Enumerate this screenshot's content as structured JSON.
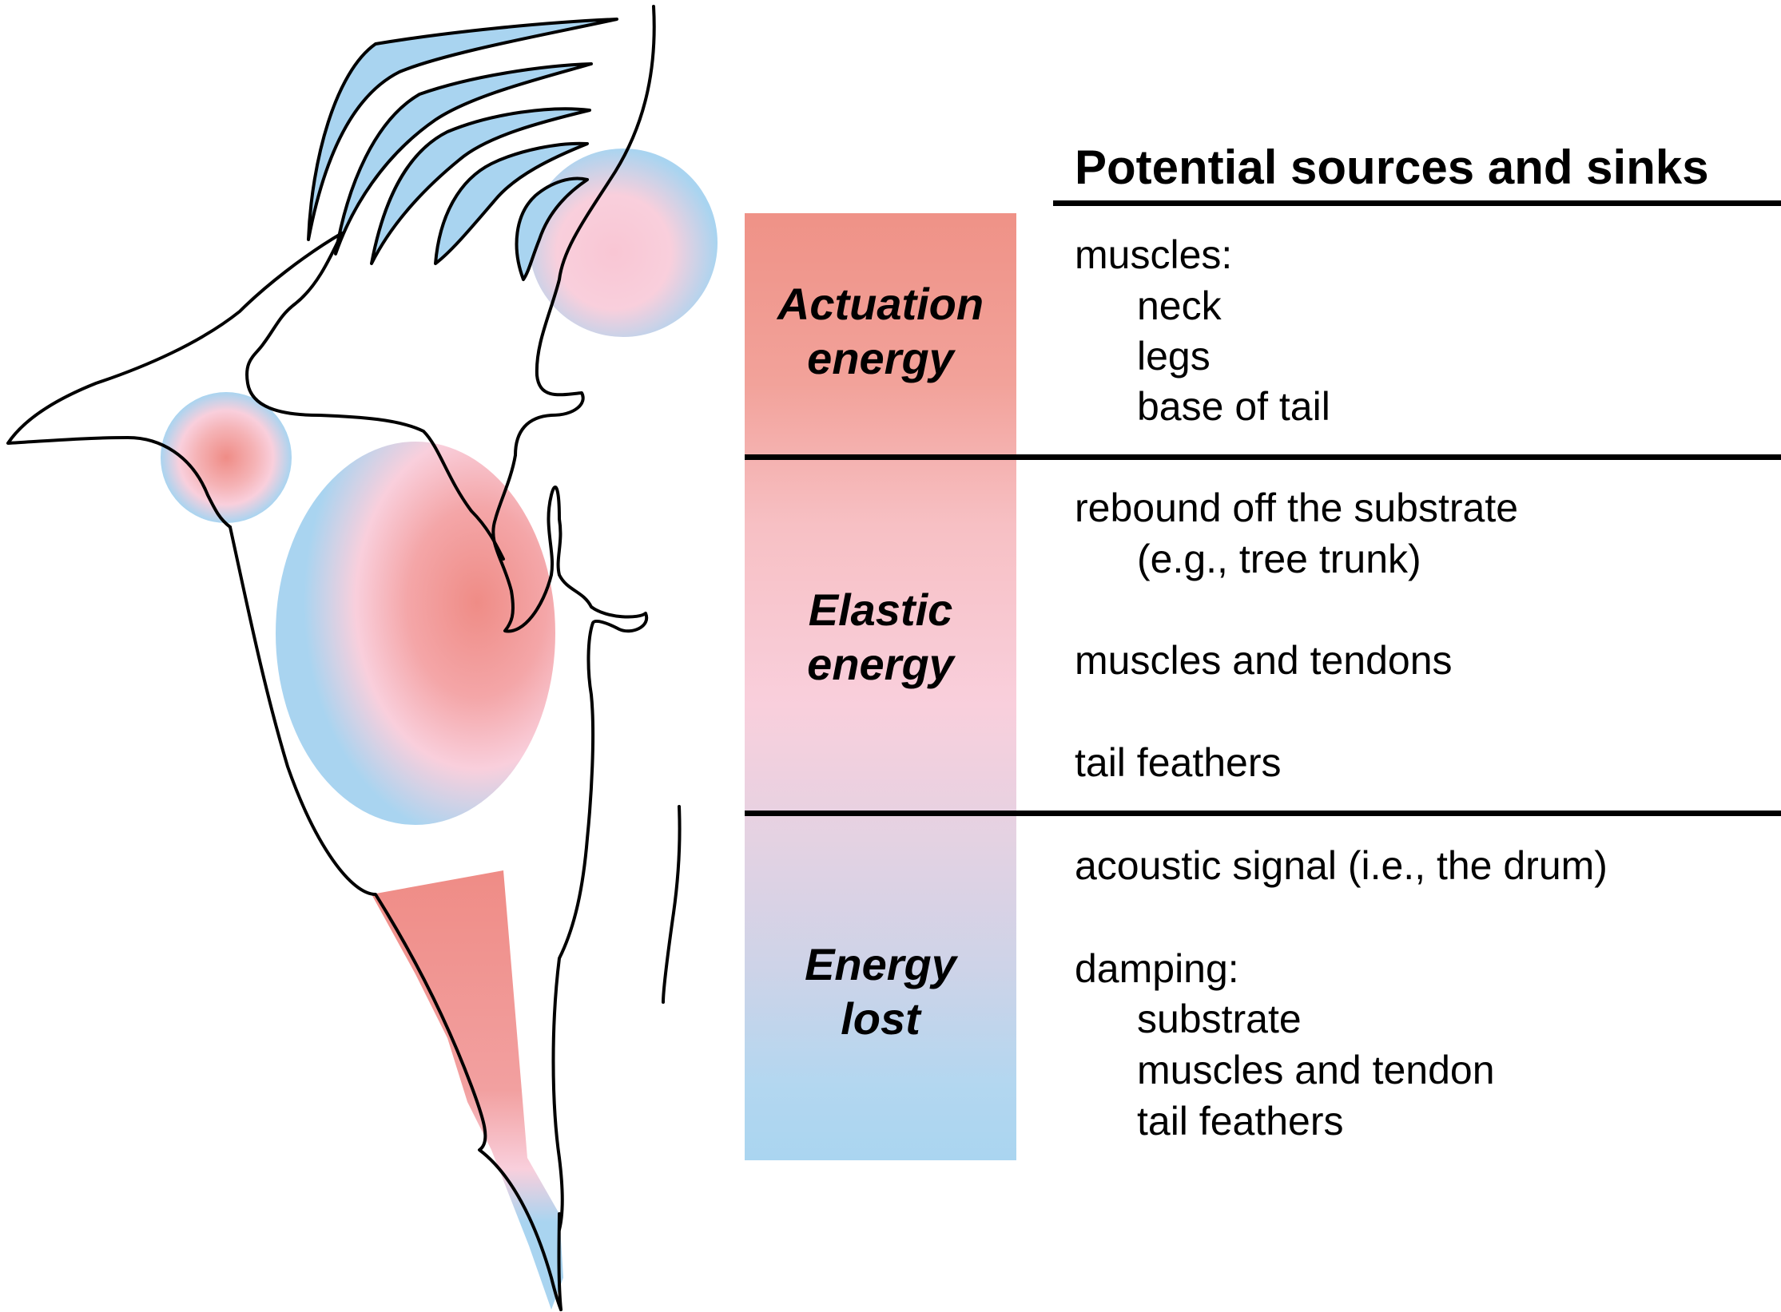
{
  "heading": "Potential sources and sinks",
  "bands": [
    {
      "line1": "Actuation",
      "line2": "energy"
    },
    {
      "line1": "Elastic",
      "line2": "energy"
    },
    {
      "line1": "Energy",
      "line2": "lost"
    }
  ],
  "items": {
    "muscles": "muscles:",
    "neck": "neck",
    "legs": "legs",
    "base_of_tail": "base of tail",
    "rebound": "rebound off the substrate",
    "tree_trunk": "(e.g., tree trunk)",
    "muscles_tendons": "muscles and tendons",
    "tail_feathers": "tail feathers",
    "acoustic": "acoustic signal (i.e., the drum)",
    "damping": "damping:",
    "substrate": "substrate",
    "muscles_tendon": "muscles and tendon",
    "tail_feathers_2": "tail feathers"
  },
  "colors": {
    "high_energy": "#ef9287",
    "mid_energy": "#f9cfdc",
    "low_energy": "#aad5f0",
    "outline": "#000000"
  }
}
